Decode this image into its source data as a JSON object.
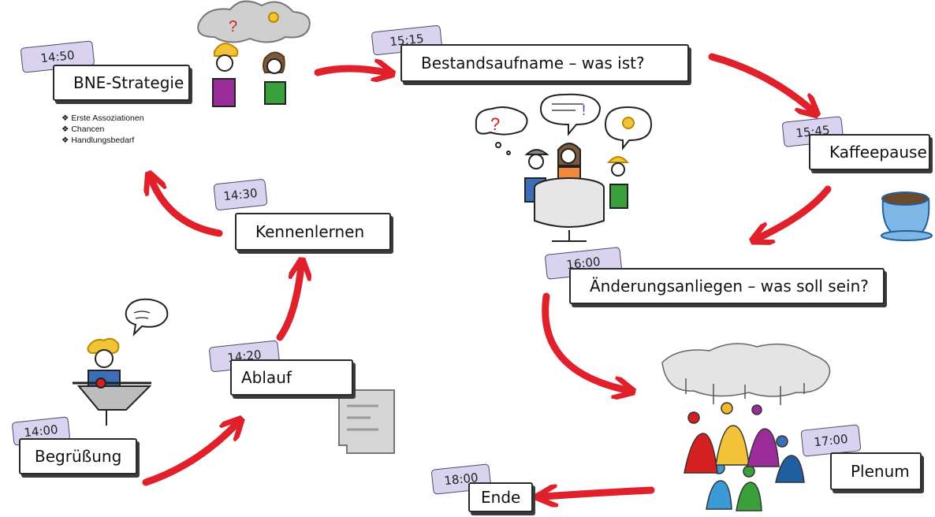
{
  "nodes": {
    "bne": {
      "time": "14:50",
      "label": "BNE-Strategie"
    },
    "bestand": {
      "time": "15:15",
      "label": "Bestandsaufname –  was ist?"
    },
    "kaffee": {
      "time": "15:45",
      "label": "Kaffeepause"
    },
    "aenderung": {
      "time": "16:00",
      "label": "Änderungsanliegen –  was soll sein?"
    },
    "kennen": {
      "time": "14:30",
      "label": "Kennenlernen"
    },
    "ablauf": {
      "time": "14:20",
      "label": "Ablauf"
    },
    "begruessung": {
      "time": "14:00",
      "label": "Begrüßung"
    },
    "plenum": {
      "time": "17:00",
      "label": "Plenum"
    },
    "ende": {
      "time": "18:00",
      "label": "Ende"
    }
  },
  "bne_points": [
    "Erste Assoziationen",
    "Chancen",
    "Handlungsbedarf"
  ],
  "colors": {
    "arrow": "#e0202a",
    "tag": "#d9d3f0",
    "ink": "#2a2a2a"
  }
}
